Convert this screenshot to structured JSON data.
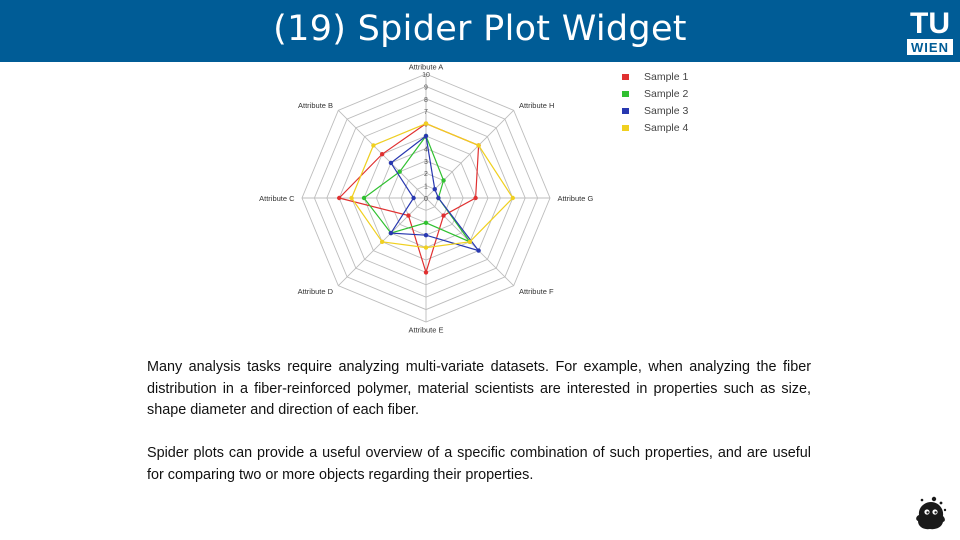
{
  "header": {
    "title": "(19) Spider Plot Widget",
    "logo_line1": "TU",
    "logo_line2": "WIEN"
  },
  "colors": {
    "header_bg": "#005c96",
    "sample1": "#e03030",
    "sample2": "#30c030",
    "sample3": "#2838b0",
    "sample4": "#f0d020",
    "grid": "#bdbdbd"
  },
  "chart_data": {
    "type": "radar",
    "axes": [
      "Attribute A",
      "Attribute H",
      "Attribute G",
      "Attribute F",
      "Attribute E",
      "Attribute D",
      "Attribute C",
      "Attribute B"
    ],
    "rings": [
      "0",
      "1",
      "2",
      "3",
      "4",
      "5",
      "6",
      "7",
      "8",
      "9",
      "10"
    ],
    "rmax": 10,
    "legend_position": "top-right",
    "series": [
      {
        "name": "Sample 1",
        "color": "#e03030",
        "values": [
          6,
          6,
          4,
          2,
          6,
          2,
          7,
          5
        ]
      },
      {
        "name": "Sample 2",
        "color": "#30c030",
        "values": [
          5,
          2,
          1,
          5,
          2,
          4,
          5,
          3
        ]
      },
      {
        "name": "Sample 3",
        "color": "#2838b0",
        "values": [
          5,
          1,
          1,
          6,
          3,
          4,
          1,
          4
        ]
      },
      {
        "name": "Sample 4",
        "color": "#f0d020",
        "values": [
          6,
          6,
          7,
          5,
          4,
          5,
          6,
          6
        ]
      }
    ]
  },
  "body": {
    "paragraph1": "Many analysis tasks require analyzing multi-variate datasets. For example, when analyzing the fiber distribution in a fiber-reinforced polymer, material scientists are interested in properties such as size, shape diameter and direction of each fiber.",
    "paragraph2": "Spider plots can provide a useful overview of a specific combination of such properties, and are useful for comparing two or more objects regarding their properties."
  },
  "mascot_icon": "splat-creature-icon"
}
